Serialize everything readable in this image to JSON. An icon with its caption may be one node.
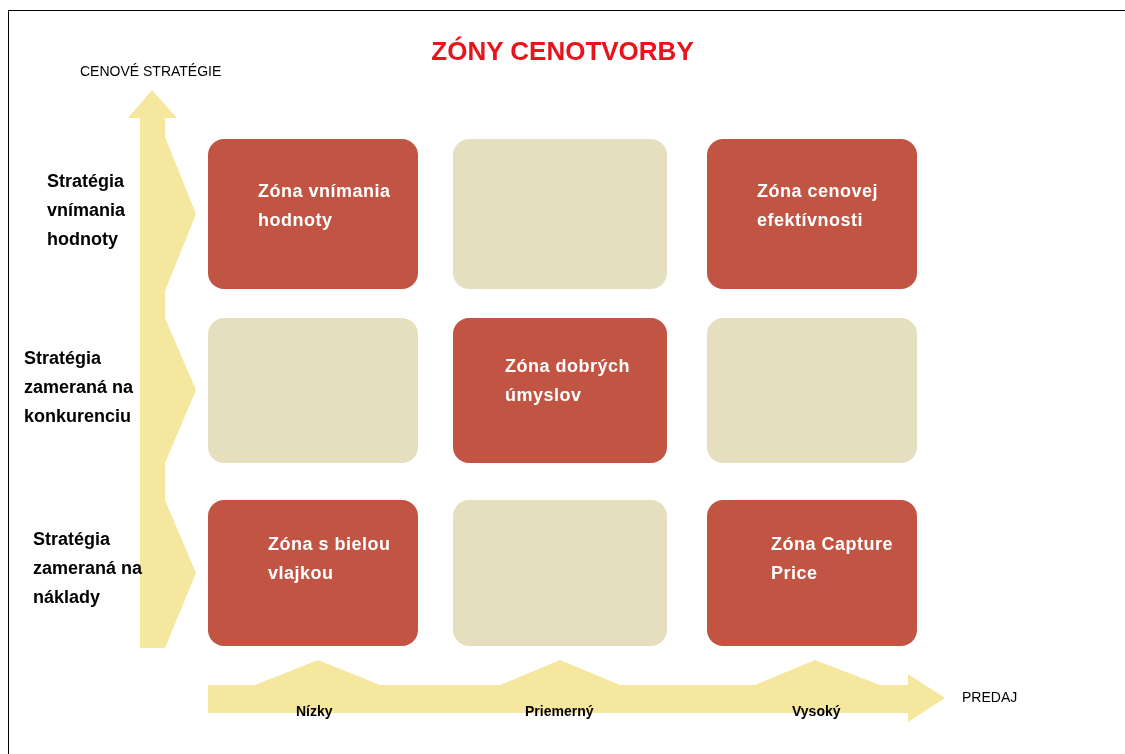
{
  "diagram": {
    "title": "ZÓNY CENOTVORBY",
    "nodes": [
      {
        "text": [
          "Zóna vnímania hodnoty"
        ]
      },
      {
        "text": [],
        "shape": "box"
      },
      {
        "text": [
          "Zóna cenovej efektívnosti"
        ]
      },
      {
        "text": [],
        "shape": "box"
      },
      {
        "text": [
          "Zóna dobrých úmyslov"
        ]
      },
      {
        "text": [],
        "shape": "box"
      },
      {
        "text": [
          "Zóna s bielou vlajkou"
        ]
      },
      {
        "text": [],
        "shape": "box"
      },
      {
        "text": [
          "Zóna Capture Price"
        ]
      }
    ],
    "edges": [],
    "labels": [
      "CENOVÉ STRATÉGIE",
      "Stratégia vnímania hodnoty",
      "Stratégia zameraná na konkurenciu",
      "Stratégia zameraná na náklady",
      "Nízky",
      "Priemerný",
      "Vysoký",
      "PREDAJ"
    ]
  }
}
